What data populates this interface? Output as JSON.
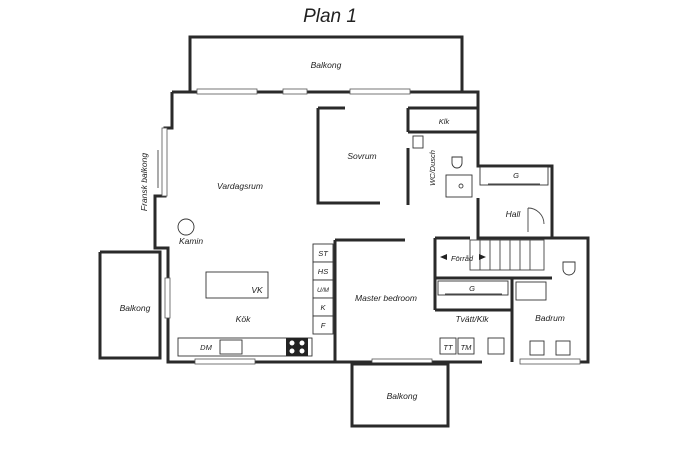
{
  "plan_title": "Plan 1",
  "rooms": {
    "balkong_top": "Balkong",
    "vardagsrum": "Vardagsrum",
    "sovrum": "Sovrum",
    "klk_top": "Klk",
    "wc_dusch": "WC/Dusch",
    "hall": "Hall",
    "fransk_balkong": "Fransk balkong",
    "kamin": "Kamin",
    "balkong_left": "Balkong",
    "kok": "Kök",
    "vk": "VK",
    "master_bedroom": "Master bedroom",
    "forrad": "Förråd",
    "tvatt_klk": "Tvätt/Klk",
    "badrum": "Badrum",
    "balkong_bottom": "Balkong",
    "g_hall": "G",
    "g_tvatt": "G"
  },
  "kitchen_units": [
    "ST",
    "HS",
    "U/M",
    "K",
    "F"
  ],
  "appliances": {
    "dm": "DM",
    "tt": "TT",
    "tm": "TM"
  }
}
